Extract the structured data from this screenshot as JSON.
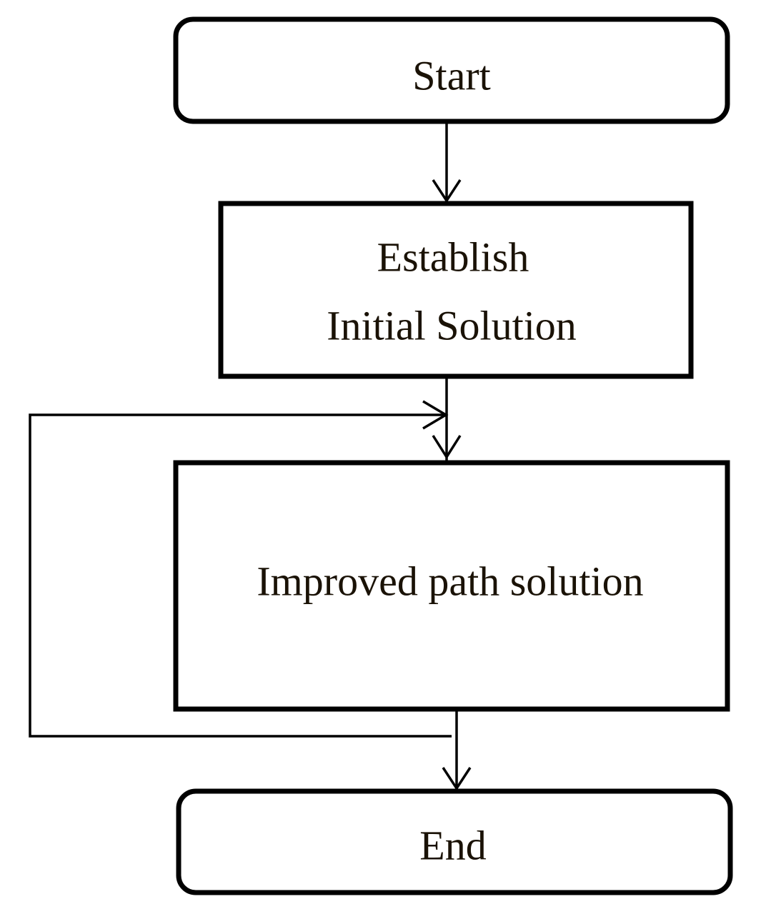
{
  "diagram": {
    "nodes": {
      "start": {
        "label": "Start"
      },
      "establish": {
        "line1": "Establish",
        "line2": "Initial Solution"
      },
      "improve": {
        "label": "Improved path solution"
      },
      "end": {
        "label": "End"
      }
    }
  }
}
